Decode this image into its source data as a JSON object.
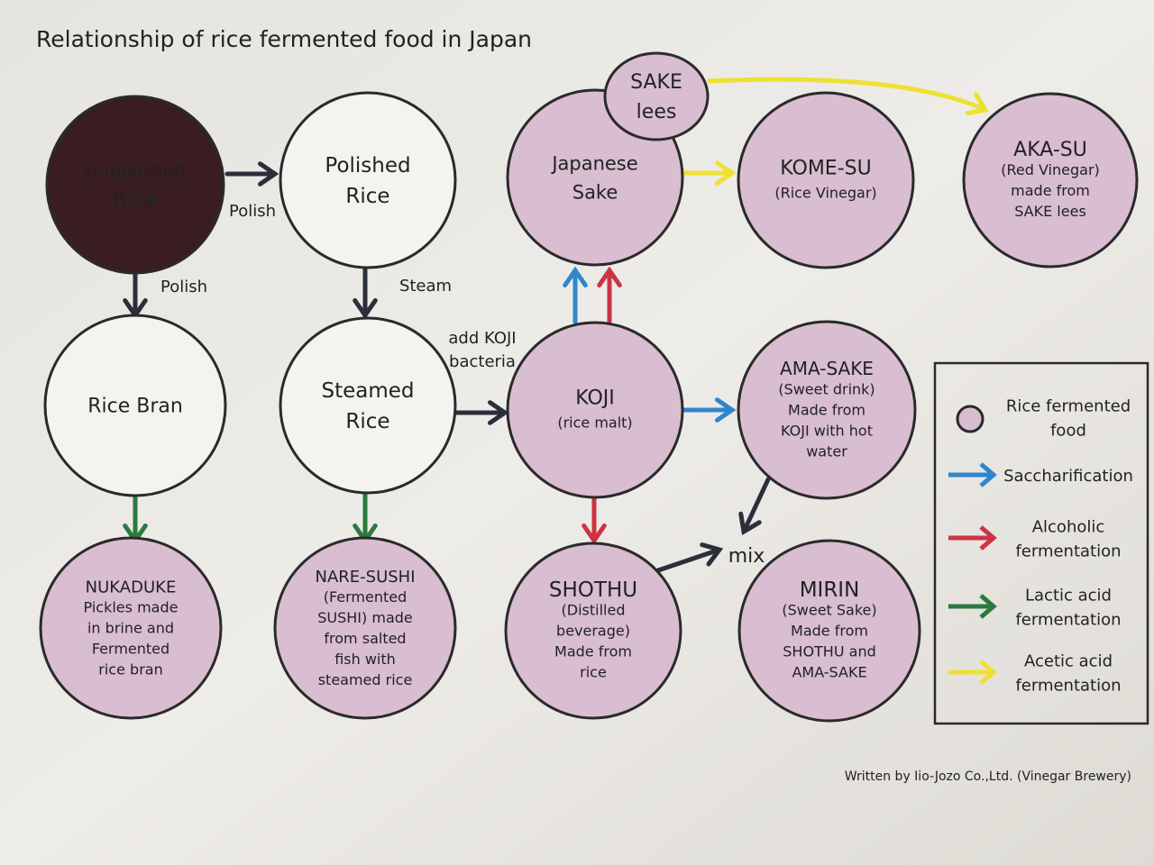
{
  "title": "Relationship of rice fermented food in Japan",
  "colors": {
    "paper": "#ebe9e4",
    "ferment_fill": "#d9bdd1",
    "unpolished_fill": "#3a1d21",
    "saccharification": "#2f86cf",
    "alcoholic": "#cc3344",
    "lactic": "#2a7a3e",
    "acetic": "#efe033",
    "process": "#2a2f3a"
  },
  "nodes": {
    "unpolished": {
      "lines": [
        "Unpolished",
        "Rice"
      ]
    },
    "polished": {
      "lines": [
        "Polished",
        "Rice"
      ]
    },
    "sake": {
      "lines": [
        "Japanese",
        "Sake"
      ]
    },
    "lees": {
      "lines": [
        "SAKE",
        "lees"
      ]
    },
    "komesu": {
      "lines": [
        "KOME-SU",
        "(Rice Vinegar)"
      ]
    },
    "akasu": {
      "lines": [
        "AKA-SU",
        "(Red Vinegar)",
        "made from",
        "SAKE lees"
      ]
    },
    "bran": {
      "lines": [
        "Rice Bran"
      ]
    },
    "steamed": {
      "lines": [
        "Steamed",
        "Rice"
      ]
    },
    "koji": {
      "lines": [
        "KOJI",
        "(rice malt)"
      ]
    },
    "amasake": {
      "lines": [
        "AMA-SAKE",
        "(Sweet drink)",
        "Made from",
        "KOJI with hot",
        "water"
      ]
    },
    "nukaduke": {
      "lines": [
        "NUKADUKE",
        "Pickles made",
        "in brine and",
        "Fermented",
        "rice bran"
      ]
    },
    "naresushi": {
      "lines": [
        "NARE-SUSHI",
        "(Fermented",
        "SUSHI) made",
        "from salted",
        "fish with",
        "steamed rice"
      ]
    },
    "shothu": {
      "lines": [
        "SHOTHU",
        "(Distilled",
        "beverage)",
        "Made from",
        "rice"
      ]
    },
    "mirin": {
      "lines": [
        "MIRIN",
        "(Sweet Sake)",
        "Made from",
        "SHOTHU and",
        "AMA-SAKE"
      ]
    }
  },
  "edge_labels": {
    "polish_right": "Polish",
    "polish_down": "Polish",
    "steam": "Steam",
    "add_koji_1": "add KOJI",
    "add_koji_2": "bacteria",
    "mix": "mix"
  },
  "legend": {
    "items": [
      {
        "icon": "pink-circle",
        "lines": [
          "Rice fermented",
          "food"
        ]
      },
      {
        "icon": "blue-arrow",
        "lines": [
          "Saccharification"
        ]
      },
      {
        "icon": "red-arrow",
        "lines": [
          "Alcoholic",
          "fermentation"
        ]
      },
      {
        "icon": "green-arrow",
        "lines": [
          "Lactic acid",
          "fermentation"
        ]
      },
      {
        "icon": "yellow-arrow",
        "lines": [
          "Acetic acid",
          "fermentation"
        ]
      }
    ]
  },
  "credit": "Written by Iio-Jozo Co.,Ltd. (Vinegar Brewery)"
}
